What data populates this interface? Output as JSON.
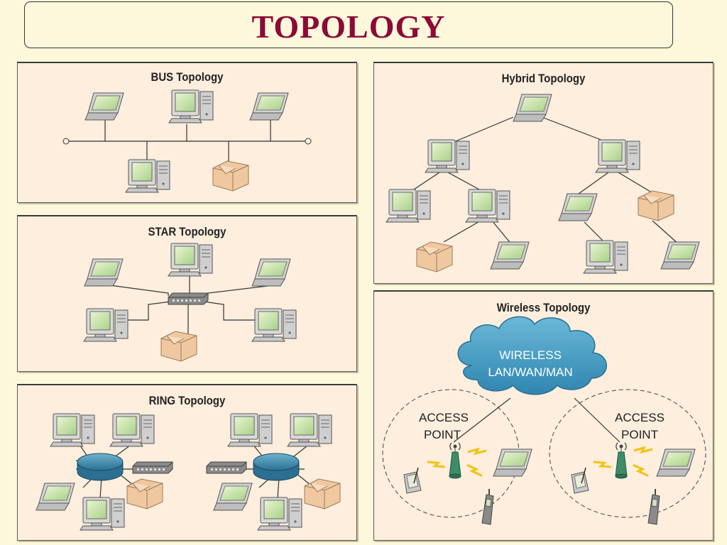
{
  "header": {
    "title": "TOPOLOGY"
  },
  "panels": {
    "bus": {
      "title": "BUS Topology"
    },
    "star": {
      "title": "STAR Topology"
    },
    "ring": {
      "title": "RING Topology"
    },
    "hybrid": {
      "title": "Hybrid Topology"
    },
    "wireless": {
      "title": "Wireless Topology",
      "cloud_line1": "WIRELESS",
      "cloud_line2": "LAN/WAN/MAN",
      "access_point_line1": "ACCESS",
      "access_point_line2": "POINT"
    }
  },
  "colors": {
    "title": "#8b0a36",
    "background": "#fdf8dc",
    "panel": "#fdeedd",
    "cloud": "#4a9fc4"
  }
}
